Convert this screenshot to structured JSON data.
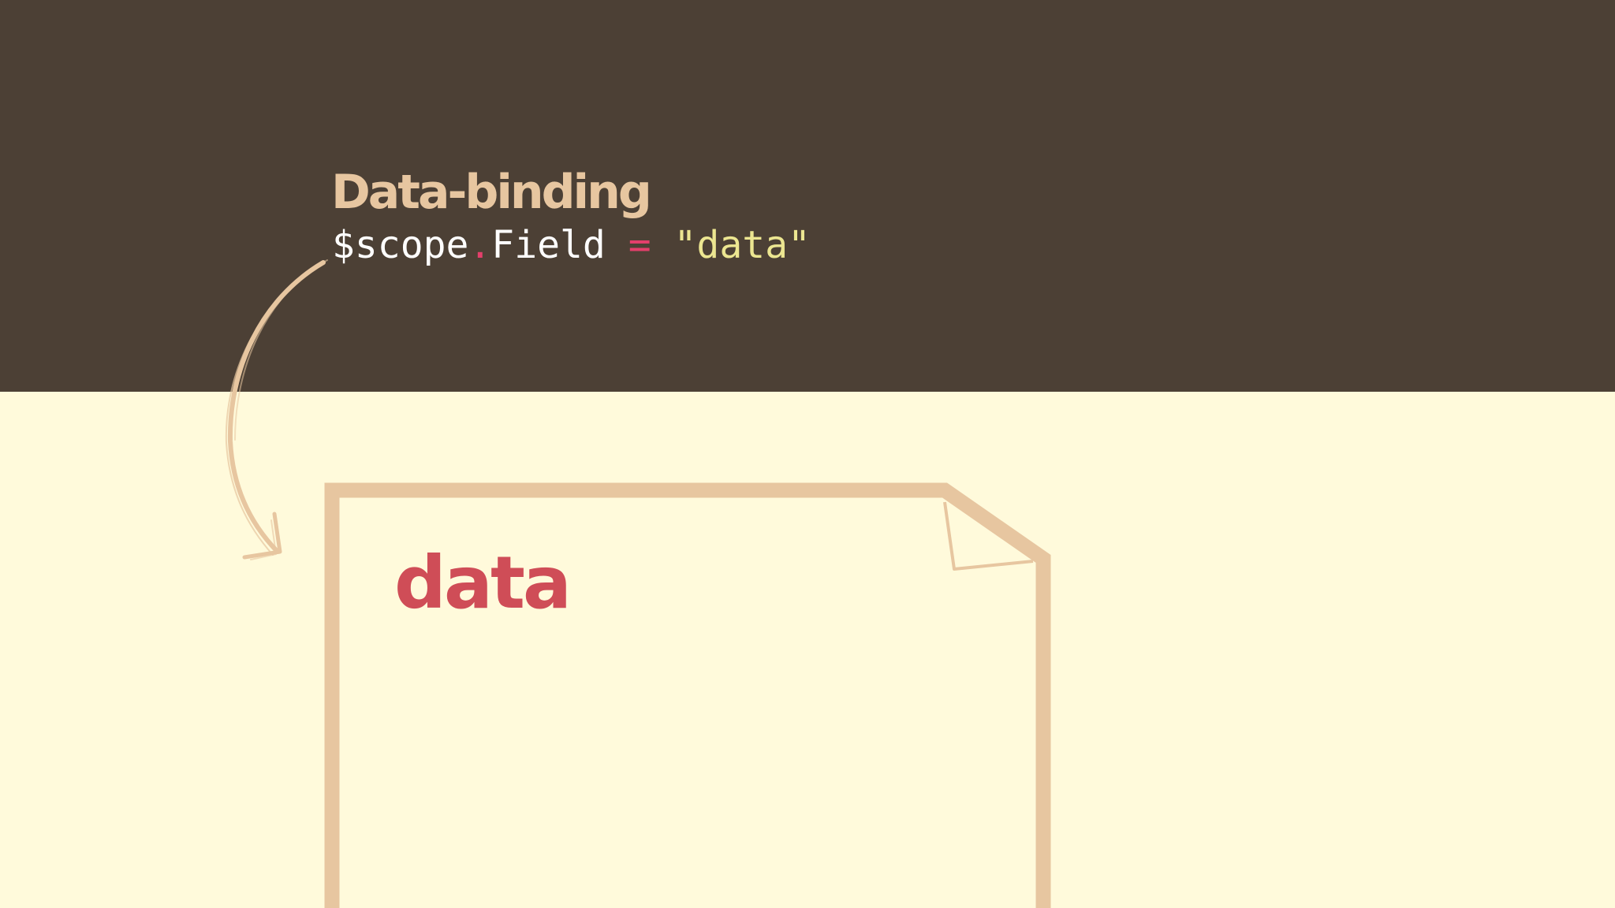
{
  "slide": {
    "title": "Data-binding",
    "code": {
      "scope": "$scope",
      "dot": ".",
      "field": "Field",
      "operator": "=",
      "value": "\"data\""
    },
    "document_text": "data"
  },
  "colors": {
    "top_background": "#4c4035",
    "page_background": "#fffadb",
    "title": "#e7c6a0",
    "code_default": "#ffffff",
    "code_operator": "#e33f6b",
    "code_string": "#ece691",
    "document_outline": "#e7c6a0",
    "document_text": "#cf4d57",
    "arrow": "#e7c6a0"
  },
  "icons": {
    "arrow": "curved-arrow-icon",
    "document": "document-page-icon"
  }
}
